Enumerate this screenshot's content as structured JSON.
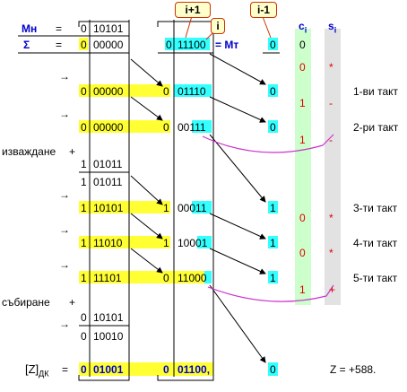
{
  "header": {
    "mn_label": "Мн",
    "eq1": "=",
    "mn_sign": "0",
    "mn_value": "10101",
    "sigma_label": "Σ",
    "eq2": "=",
    "sigma_sign": "0",
    "sigma_value": "00000",
    "mt_sign": "0",
    "mt_value": "11100",
    "mt_eq_label": "= Мт",
    "mt_extra": "0",
    "c_label": "c",
    "c_sub": "i",
    "s_label": "s",
    "s_sub": "i",
    "c0": "0"
  },
  "callouts": {
    "i_plus_1": "i+1",
    "i": "i",
    "i_minus_1": "i-1"
  },
  "rows": {
    "r1": {
      "arrow": "→",
      "s_sign": "0",
      "s_val": "00000",
      "m_sign": "0",
      "m_val": "01110",
      "m_extra": "0",
      "c": "0",
      "s": "*",
      "tact": "1-ви такт"
    },
    "r2": {
      "arrow": "→",
      "s_sign": "0",
      "s_val": "00000",
      "m_sign": "0",
      "m_val_a": "00",
      "m_val_b": "111",
      "m_extra": "0",
      "c": "1",
      "s": "-",
      "tact": "2-ри такт"
    },
    "sub": {
      "label": "изваждане",
      "plus": "+",
      "add_sign": "1",
      "add_val": "01011",
      "res_sign": "1",
      "res_val": "01011",
      "arrow": "→"
    },
    "r3": {
      "s_sign": "1",
      "s_val": "10101",
      "m_sign": "1",
      "m_val_a": "00",
      "m_val_b": "011",
      "m_extra": "1",
      "c": "0",
      "s": "*",
      "tact": "3-ти такт"
    },
    "r4": {
      "arrow": "→",
      "s_sign": "1",
      "s_val": "11010",
      "m_sign": "1",
      "m_val_a": "100",
      "m_val_b": "01",
      "m_extra": "1",
      "c": "0",
      "s": "*",
      "tact": "4-ти такт"
    },
    "r5": {
      "arrow": "→",
      "s_sign": "1",
      "s_val": "11101",
      "m_sign": "0",
      "m_val_a": "1100",
      "m_val_b": "0",
      "m_extra": "1",
      "c": "1",
      "s": "+",
      "tact": "5-ти такт"
    },
    "add": {
      "label": "събиране",
      "plus": "+",
      "add_sign": "0",
      "add_val": "10101",
      "arrow": "→",
      "res_sign": "0",
      "res_val": "10010"
    }
  },
  "result": {
    "label_main": "[Z]",
    "label_sub": "ДК",
    "eq": "=",
    "sign": "0",
    "val": "01001",
    "m_sign": "0",
    "m_val": "01100,",
    "extra": "0",
    "z_text": "Z = +588."
  },
  "colors": {
    "yellow": "#ffff33",
    "cyan": "#33ffff",
    "green_col": "#ccffcc",
    "gray_col": "#e2e2e2",
    "blue": "#0000cc",
    "red": "#e00000",
    "magenta": "#cc33cc"
  }
}
